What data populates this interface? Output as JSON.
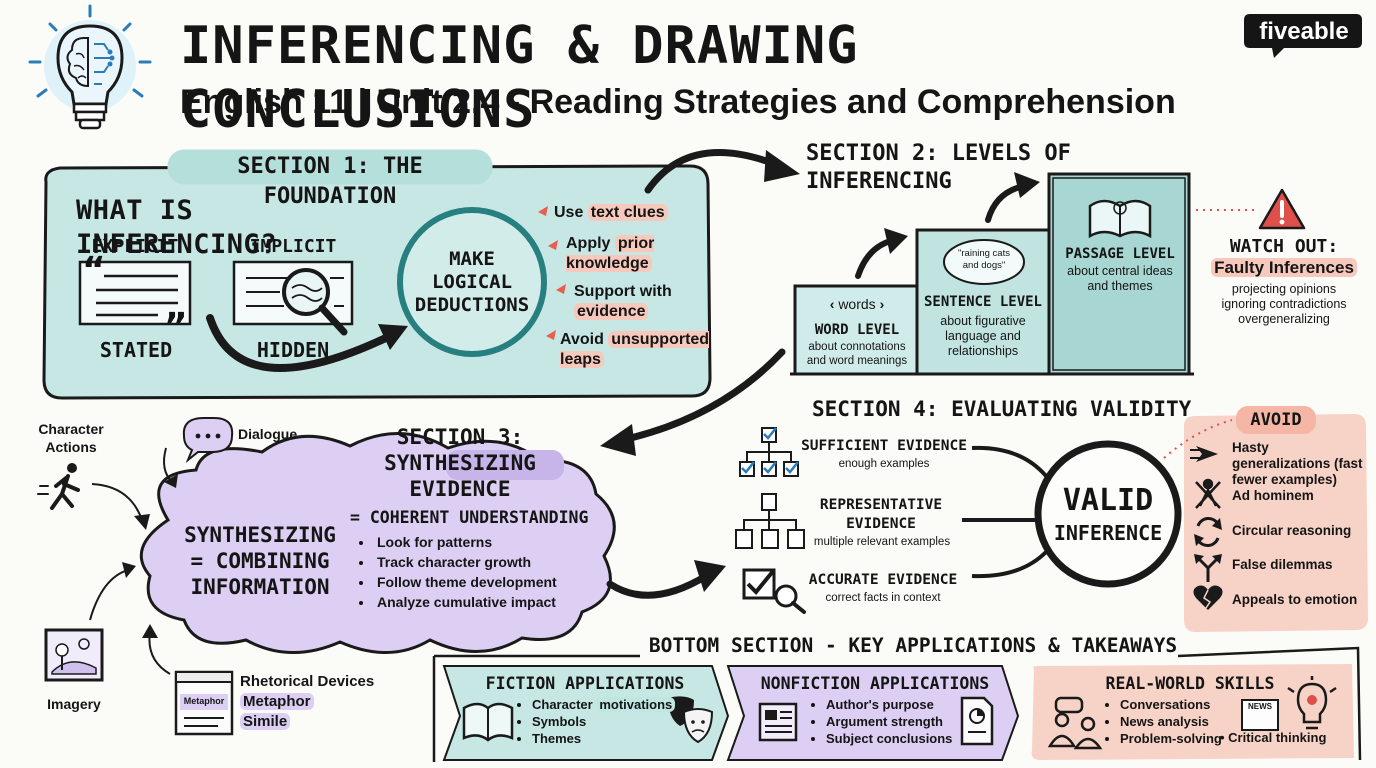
{
  "header": {
    "title": "INFERENCING & DRAWING CONCLUSIONS",
    "subtitle": "English 11 | Unit 2.4 - Reading Strategies and Comprehension",
    "brand": "fiveable"
  },
  "section1": {
    "tag": "SECTION 1: THE FOUNDATION",
    "question": "WHAT IS INFERENCING?",
    "explicit": "EXPLICIT",
    "implicit": "IMPLICIT",
    "stated": "STATED",
    "hidden": "HIDDEN",
    "center": "MAKE LOGICAL DEDUCTIONS",
    "items": [
      {
        "pre": "Use ",
        "hl": "text clues",
        "post": ""
      },
      {
        "pre": "Apply ",
        "hl": "prior knowledge",
        "post": ""
      },
      {
        "pre": "Support with ",
        "hl": "evidence",
        "post": ""
      },
      {
        "pre": "Avoid ",
        "hl": "unsupported leaps",
        "post": ""
      }
    ]
  },
  "section2": {
    "tag": "SECTION 2: LEVELS OF INFERENCING",
    "word": {
      "icon_text": "words",
      "title": "WORD LEVEL",
      "desc": "about connotations and word meanings"
    },
    "sentence": {
      "bubble": "\"raining cats and dogs\"",
      "title": "SENTENCE LEVEL",
      "desc": "about figurative language and relationships"
    },
    "passage": {
      "title": "PASSAGE LEVEL",
      "desc": "about central ideas and themes"
    },
    "watch": {
      "title": "WATCH OUT:",
      "subtitle": "Faulty Inferences",
      "items": [
        "projecting opinions",
        "ignoring contradictions",
        "overgeneralizing"
      ]
    }
  },
  "section3": {
    "tag_line1": "SECTION 3: SYNTHESIZING",
    "tag_line2": "EVIDENCE",
    "left": "SYNTHESIZING = COMBINING INFORMATION",
    "right_title": "= COHERENT UNDERSTANDING",
    "items": [
      "Look for patterns",
      "Track character growth",
      "Follow theme development",
      "Analyze cumulative impact"
    ],
    "dialogue": "Dialogue",
    "character_actions": "Character Actions",
    "imagery": "Imagery",
    "rhetorical": "Rhetorical Devices",
    "metaphor": "Metaphor",
    "simile": "Simile",
    "metaphor_tag": "Metaphor"
  },
  "section4": {
    "tag": "SECTION 4: EVALUATING VALIDITY",
    "criteria": [
      {
        "title": "SUFFICIENT EVIDENCE",
        "desc": "enough examples"
      },
      {
        "title": "REPRESENTATIVE EVIDENCE",
        "desc": "multiple relevant examples"
      },
      {
        "title": "ACCURATE EVIDENCE",
        "desc": "correct facts in context"
      }
    ],
    "valid": "VALID",
    "inference": "INFERENCE",
    "avoid": {
      "title": "AVOID",
      "items": [
        "Hasty generalizations (fast fewer examples)",
        "Ad hominem",
        "Circular reasoning",
        "False dilemmas",
        "Appeals to emotion"
      ]
    }
  },
  "bottom": {
    "tag": "BOTTOM SECTION - KEY APPLICATIONS & TAKEAWAYS",
    "fiction": {
      "title": "FICTION APPLICATIONS",
      "items": [
        "Character motivations",
        "Symbols",
        "Themes"
      ]
    },
    "nonfiction": {
      "title": "NONFICTION APPLICATIONS",
      "items": [
        "Author's purpose",
        "Argument strength",
        "Subject conclusions"
      ]
    },
    "realworld": {
      "title": "REAL-WORLD SKILLS",
      "items": [
        "Conversations",
        "News analysis",
        "Problem-solving",
        "Critical thinking"
      ],
      "news_icon": "NEWS"
    }
  },
  "colors": {
    "teal": "#c6e7e4",
    "purple": "#dccff3",
    "pink": "#f7d2c6",
    "accent_pink": "#f5b6a5",
    "red": "#e0504a"
  }
}
